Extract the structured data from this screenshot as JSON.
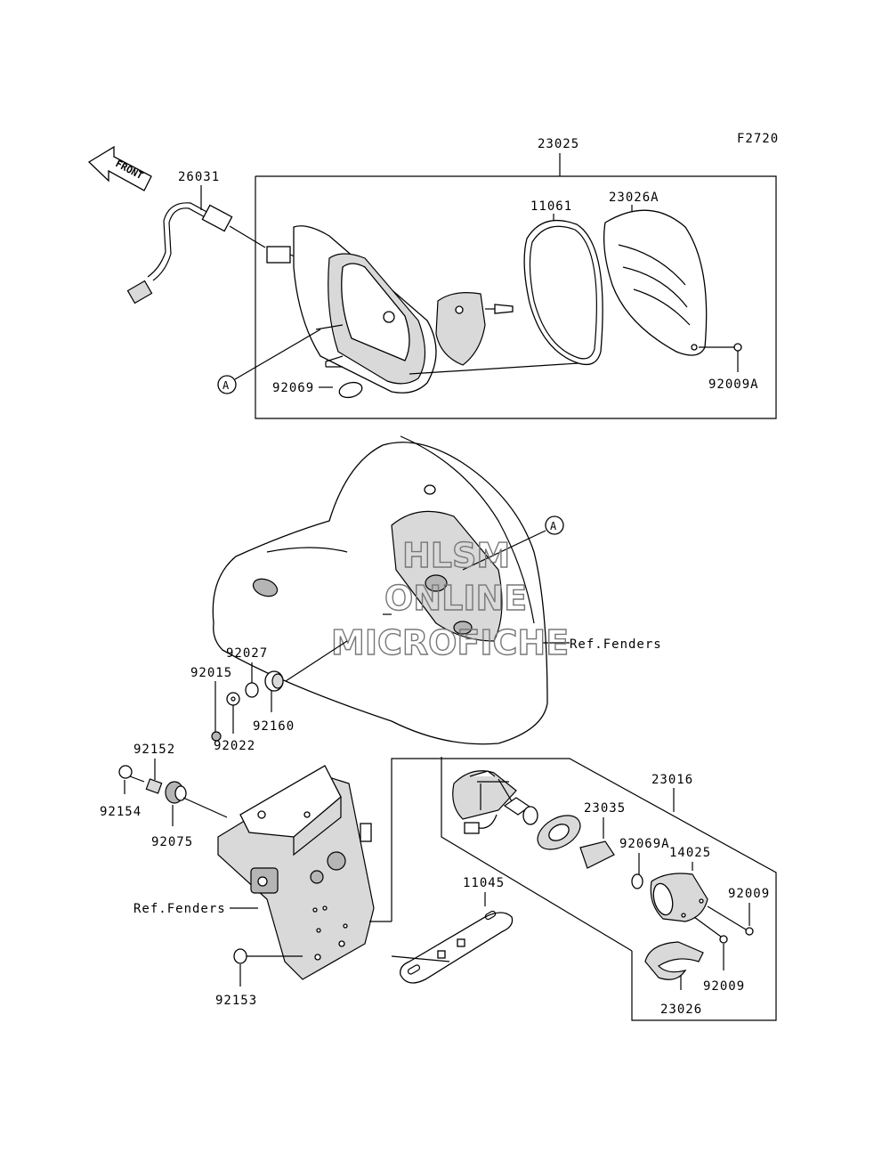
{
  "figure_code": "F2720",
  "front_arrow_label": "FRONT",
  "ref_fenders_label": "Ref.Fenders",
  "circle_ref_label": "A",
  "watermark": {
    "line1": "HLSM",
    "line2": "ONLINE",
    "line3": "MICROFICHE"
  },
  "parts": {
    "p23025": "23025",
    "p26031": "26031",
    "p11061": "11061",
    "p23026A": "23026A",
    "p92069": "92069",
    "p92009A": "92009A",
    "p92027": "92027",
    "p92015": "92015",
    "p92160": "92160",
    "p92022": "92022",
    "p92152": "92152",
    "p92154": "92154",
    "p92075": "92075",
    "p23016": "23016",
    "p23035": "23035",
    "p92069A": "92069A",
    "p14025": "14025",
    "p92009": "92009",
    "p11045": "11045",
    "p92153": "92153",
    "p23026": "23026"
  }
}
